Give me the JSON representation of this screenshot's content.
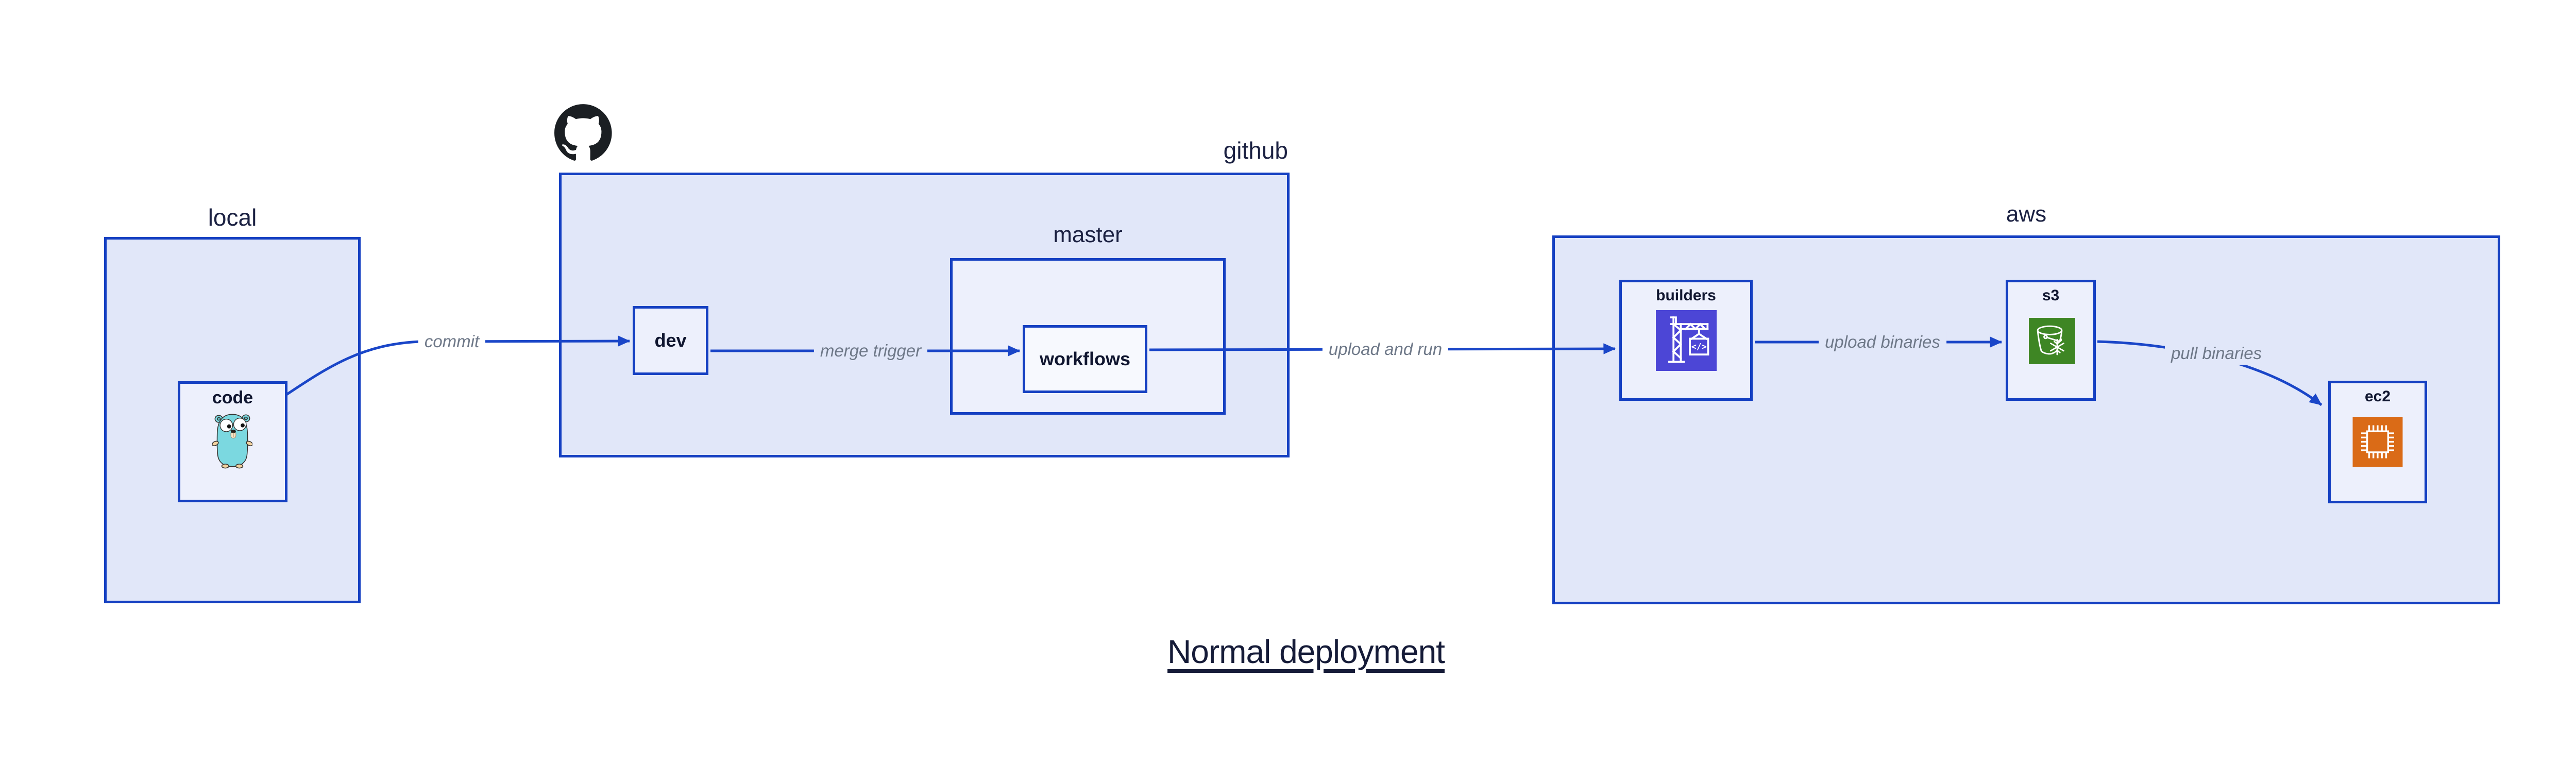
{
  "title": "Normal deployment",
  "containers": {
    "local": {
      "label": "local"
    },
    "github": {
      "label": "github"
    },
    "master": {
      "label": "master"
    },
    "aws": {
      "label": "aws"
    }
  },
  "nodes": {
    "code": {
      "label": "code"
    },
    "dev": {
      "label": "dev"
    },
    "workflows": {
      "label": "workflows"
    },
    "builders": {
      "label": "builders"
    },
    "s3": {
      "label": "s3"
    },
    "ec2": {
      "label": "ec2"
    }
  },
  "edges": [
    {
      "label": "commit",
      "from": "code",
      "to": "dev"
    },
    {
      "label": "merge trigger",
      "from": "dev",
      "to": "workflows"
    },
    {
      "label": "upload and run",
      "from": "workflows",
      "to": "builders"
    },
    {
      "label": "upload binaries",
      "from": "builders",
      "to": "s3"
    },
    {
      "label": "pull binaries",
      "from": "s3",
      "to": "ec2"
    }
  ],
  "icons": {
    "github-octocat-icon": "black octocat circle mark",
    "go-gopher-icon": "teal Go gopher mascot",
    "codebuild-crane-icon": "white crane with code box on indigo square",
    "s3-glacier-bucket-icon": "white bucket with snowflake on green square",
    "ec2-chip-icon": "white cpu chip outline on orange square"
  },
  "colors": {
    "border_blue": "#1540c2",
    "arrow_blue": "#1a46c8",
    "container_fill": "#e1e7f9",
    "node_fill": "#edf0fc",
    "workflows_fill": "#f7f9fe",
    "heading_text": "#1b2142",
    "node_label_text": "#101630",
    "edge_label_text": "#6e7888",
    "title_text": "#151b38",
    "github_black": "#1b1f23",
    "codebuild_indigo": "#4c46d6",
    "s3_green": "#3e8624",
    "ec2_orange": "#da6b17",
    "gopher_teal": "#7bd8e0",
    "gopher_tan": "#f3d3a0"
  }
}
